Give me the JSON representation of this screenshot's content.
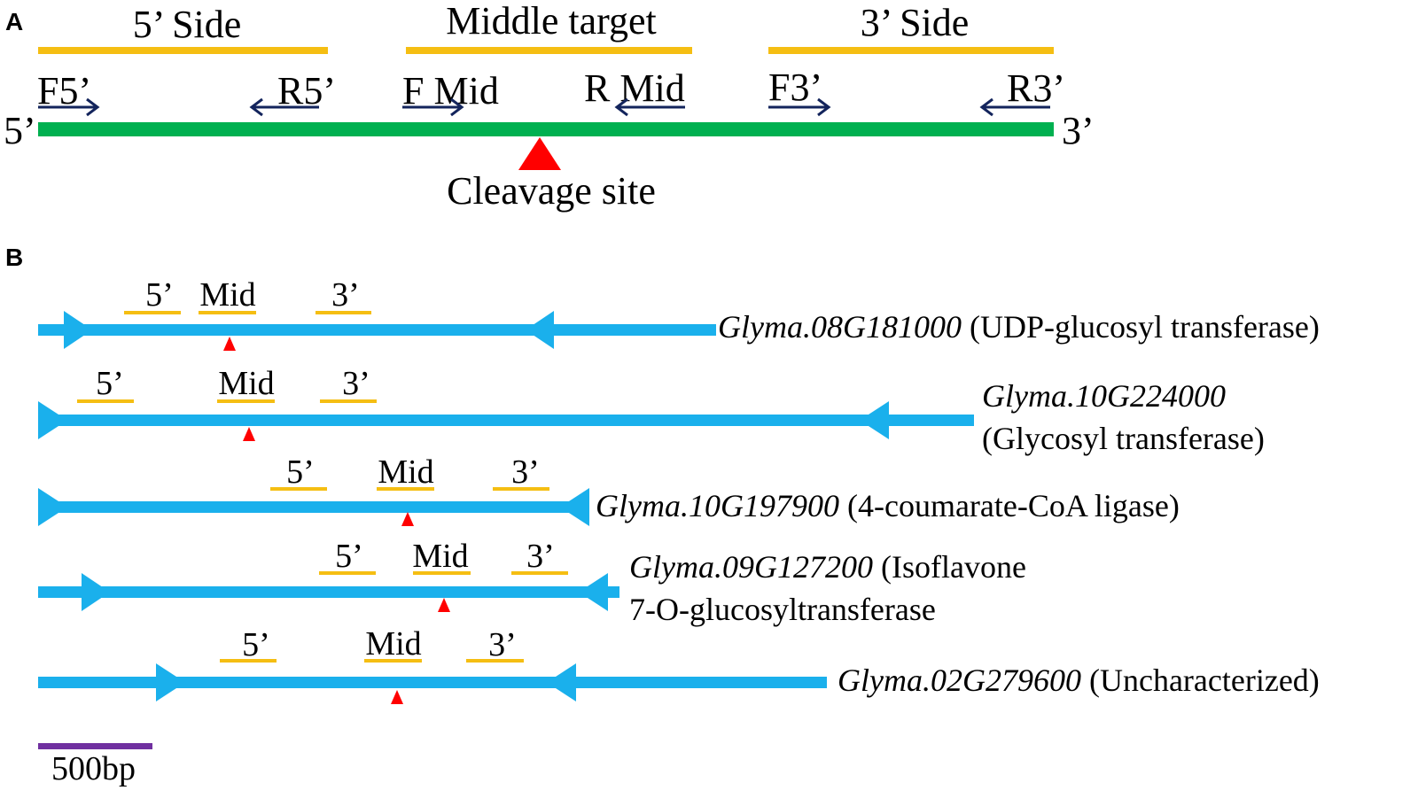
{
  "panel_a": {
    "label": "A",
    "region_labels": {
      "five_side": "5’ Side",
      "middle": "Middle target",
      "three_side": "3’ Side"
    },
    "primers": {
      "f5": "F5’",
      "r5": "R5’",
      "fmid": "F Mid",
      "rmid": "R Mid",
      "f3": "F3’",
      "r3": "R3’"
    },
    "end_labels": {
      "left": "5’",
      "right": "3’"
    },
    "cleavage_label": "Cleavage site",
    "colors": {
      "region_bar": "#F5BE12",
      "dna": "#00B050",
      "primer_arrow": "#13245C",
      "cleavage": "#FF0000"
    }
  },
  "panel_b": {
    "label": "B",
    "segment_labels": {
      "five": "5’",
      "mid": "Mid",
      "three": "3’"
    },
    "genes": [
      {
        "id": "Glyma.08G181000",
        "desc_line1": " (UDP-glucosyl transferase)",
        "desc_line2": ""
      },
      {
        "id": "Glyma.10G224000",
        "desc_line1": "",
        "desc_line2": "(Glycosyl transferase)"
      },
      {
        "id": "Glyma.10G197900",
        "desc_line1": " (4-coumarate-CoA ligase)",
        "desc_line2": ""
      },
      {
        "id": "Glyma.09G127200",
        "desc_line1": " (Isoflavone",
        "desc_line2": "7-O-glucosyltransferase"
      },
      {
        "id": "Glyma.02G279600",
        "desc_line1": " (Uncharacterized)",
        "desc_line2": ""
      }
    ],
    "scale_bar_label": "500bp",
    "colors": {
      "gene": "#1AB0EC",
      "segment": "#F5BE12",
      "cleavage": "#FF0000",
      "scale_bar": "#7030A0"
    }
  }
}
